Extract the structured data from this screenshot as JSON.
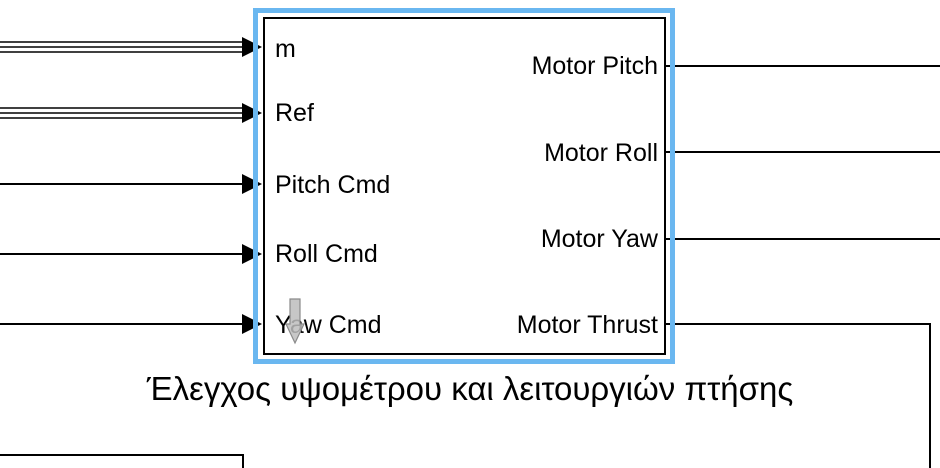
{
  "block": {
    "input_ports": [
      "m",
      "Ref",
      "Pitch Cmd",
      "Roll Cmd",
      "Yaw Cmd"
    ],
    "output_ports": [
      "Motor Pitch",
      "Motor Roll",
      "Motor Yaw",
      "Motor Thrust"
    ],
    "caption": "Έλεγχος υψομέτρου και λειτουργιών πτήσης"
  },
  "colors": {
    "selection_outline": "#6ab7f0",
    "line": "#000000",
    "cursor": "#a8a8a8"
  },
  "icons": [
    "arrow-head-icon",
    "down-arrow-cursor-icon"
  ]
}
